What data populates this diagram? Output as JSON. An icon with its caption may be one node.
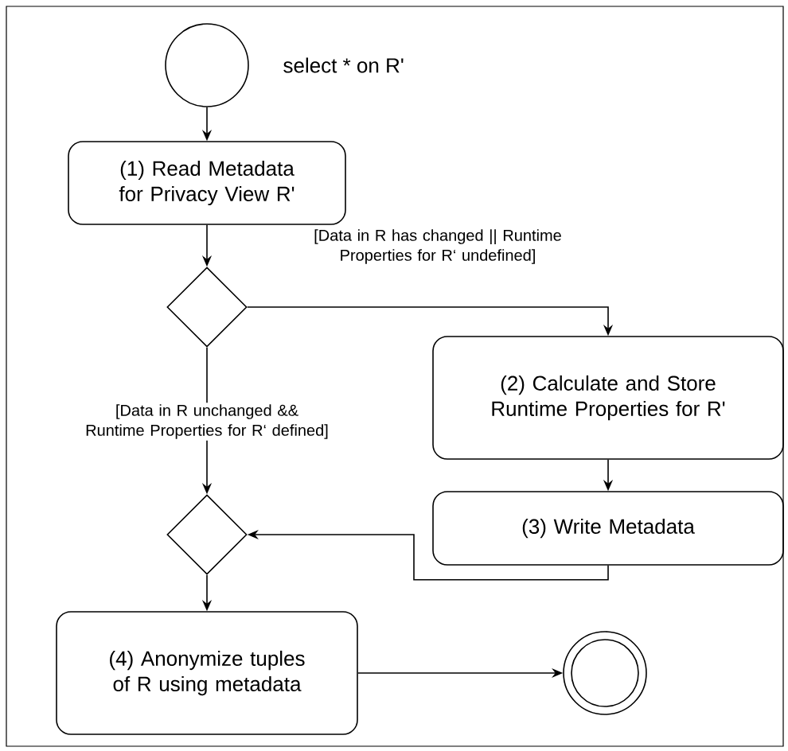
{
  "diagram": {
    "nodes": [
      {
        "text": [],
        "shape": "circle",
        "beside": [
          "select * on R'"
        ]
      },
      {
        "text": [
          "(1) Read Metadata for Privacy View R'"
        ]
      },
      {
        "text": [],
        "shape": "diamond"
      },
      {
        "text": [
          "(2) Calculate and Store Runtime Properties for R'"
        ]
      },
      {
        "text": [
          "(3) Write Metadata"
        ]
      },
      {
        "text": [],
        "shape": "diamond"
      },
      {
        "text": [
          "(4) Anonymize tuples of R using metadata"
        ]
      },
      {
        "text": [],
        "shape": "circle"
      }
    ],
    "edges": [
      {
        "from": 0,
        "to": 1,
        "arrow": "to"
      },
      {
        "from": 1,
        "to": 2,
        "arrow": "to"
      },
      {
        "from": 2,
        "to": 3,
        "arrow": "to",
        "label": "[Data in R has changed || Runtime Properties for R‘ undefined]"
      },
      {
        "from": 2,
        "to": 5,
        "arrow": "to",
        "label": "[Data in R unchanged && Runtime Properties for R‘ defined]"
      },
      {
        "from": 3,
        "to": 4,
        "arrow": "to"
      },
      {
        "from": 4,
        "to": 5,
        "arrow": "to"
      },
      {
        "from": 5,
        "to": 6,
        "arrow": "to"
      },
      {
        "from": 6,
        "to": 7,
        "arrow": "to"
      }
    ]
  }
}
